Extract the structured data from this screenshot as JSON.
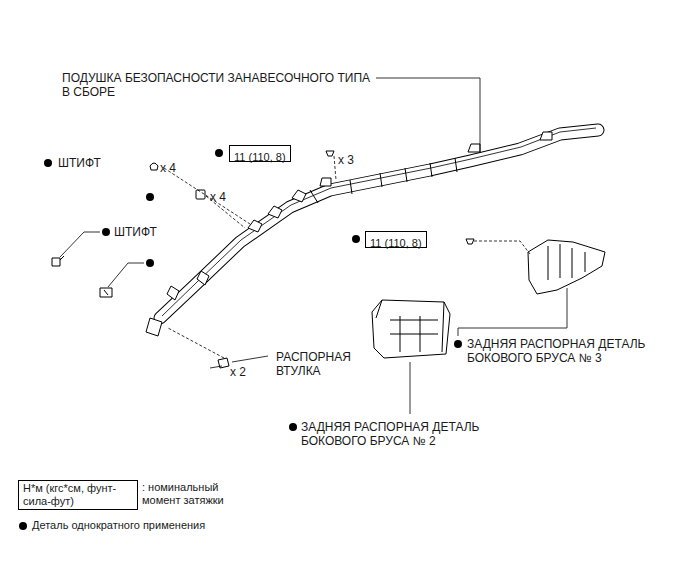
{
  "diagram": {
    "nodes": [
      {
        "text": [
          "11 (110, 8)"
        ]
      },
      {
        "text": [
          "11 (110, 8)"
        ]
      },
      {
        "text": [
          "Н*м (кгс*см, фунт-сила-фут)"
        ]
      }
    ],
    "edges": [],
    "labels": [
      "ПОДУШКА БЕЗОПАСНОСТИ ЗАНАВЕСОЧНОГО ТИПА В СБОРЕ",
      "ШТИФТ",
      "x 4",
      "x 4",
      "x 3",
      "ШТИФТ",
      "РАСПОРНАЯ ВТУЛКА",
      "x 2",
      "ЗАДНЯЯ РАСПОРНАЯ ДЕТАЛЬ БОКОВОГО БРУСА № 3",
      "ЗАДНЯЯ РАСПОРНАЯ ДЕТАЛЬ БОКОВОГО БРУСА № 2"
    ],
    "legend": [
      {
        "text": ": номинальный момент затяжки"
      },
      {
        "text": "Деталь однократного применения"
      }
    ]
  }
}
